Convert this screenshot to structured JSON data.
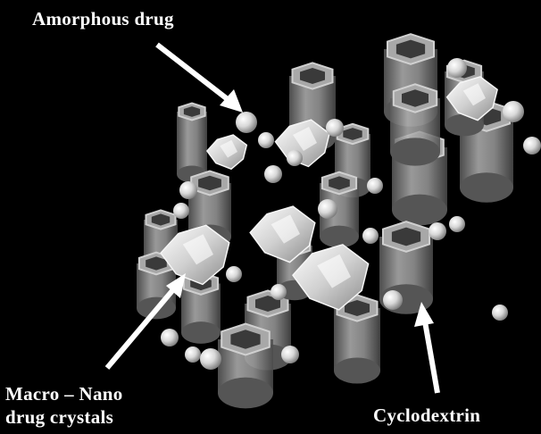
{
  "labels": {
    "amorphous_drug": "Amorphous drug",
    "macro_nano_line1": "Macro – Nano",
    "macro_nano_line2": "drug crystals",
    "cyclodextrin": "Cyclodextrin"
  },
  "colors": {
    "background": "#000000",
    "label_text": "#ffffff",
    "arrow": "#ffffff",
    "cyclodextrin_tube": "#8f8f8f",
    "crystal": "#e6e6e6",
    "amorphous_sphere": "#dcdcdc"
  }
}
